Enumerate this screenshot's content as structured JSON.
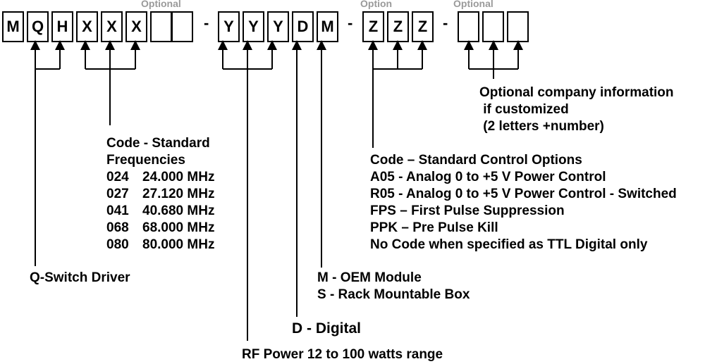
{
  "group1": {
    "optional_label": "Optional",
    "boxes": [
      "M",
      "Q",
      "H",
      "X",
      "X",
      "X",
      "",
      ""
    ]
  },
  "group2": {
    "boxes": [
      "Y",
      "Y",
      "Y",
      "D",
      "M"
    ]
  },
  "group3": {
    "optional_label": "Option",
    "boxes": [
      "Z",
      "Z",
      "Z"
    ]
  },
  "group4": {
    "optional_label": "Optional",
    "boxes": [
      "",
      "",
      ""
    ]
  },
  "separator": "-",
  "company_info": {
    "lines": [
      "Optional company information",
      " if customized",
      " (2 letters +number)"
    ]
  },
  "frequency": {
    "lines": [
      "Code - Standard",
      "Frequencies"
    ],
    "codes": [
      {
        "code": "024",
        "freq": "24.000 MHz"
      },
      {
        "code": "027",
        "freq": "27.120 MHz"
      },
      {
        "code": "041",
        "freq": "40.680 MHz"
      },
      {
        "code": "068",
        "freq": "68.000 MHz"
      },
      {
        "code": "080",
        "freq": "80.000 MHz"
      }
    ]
  },
  "control_options": {
    "title": "Code – Standard Control Options",
    "lines": [
      "A05 - Analog 0 to +5 V Power Control",
      "R05 - Analog 0 to +5 V Power Control - Switched",
      "FPS – First Pulse Suppression",
      "PPK – Pre Pulse Kill",
      "No Code when specified as TTL Digital only"
    ]
  },
  "qswitch_label": "Q-Switch Driver",
  "module_labels": [
    "M - OEM Module",
    "S - Rack Mountable Box"
  ],
  "digital_label": "D - Digital",
  "rf_power_label": "RF Power 12 to 100 watts range"
}
